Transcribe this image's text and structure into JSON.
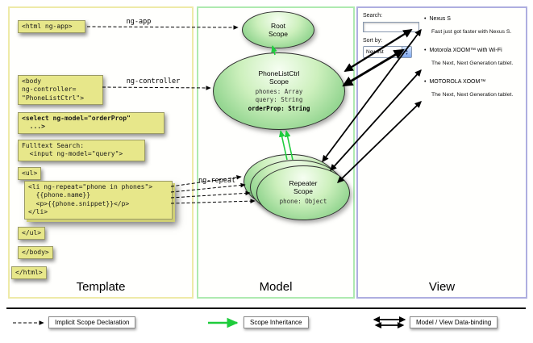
{
  "colors": {
    "code_box_bg": "#e7e78a",
    "template_border": "#eeeaa8",
    "model_border": "#aeeab0",
    "view_border": "#aeaee0",
    "scope_fill_light": "#f6fef2",
    "scope_fill_dark": "#6cbf6c",
    "inheritance_green": "#1ecc3c",
    "arrow_black": "#000000"
  },
  "template": {
    "label": "Template",
    "boxes": {
      "html_open": "<html ng-app>",
      "body_open": "<body\nng-controller=\n\"PhoneListCtrl\">",
      "select": "<select ng-model=\"orderProp\"\n  ...>",
      "fulltext": "Fulltext Search:\n  <input ng-model=\"query\">",
      "ul_open": "<ul>",
      "li_repeat": "<li ng-repeat=\"phone in phones\">\n  {{phone.name}}\n  <p>{{phone.snippet}}</p>\n</li>",
      "ul_close": "</ul>",
      "body_close": "</body>",
      "html_close": "</html>"
    }
  },
  "model": {
    "label": "Model",
    "root_scope": {
      "title": "Root\nScope"
    },
    "phonelist_scope": {
      "title": "PhoneListCtrl\nScope",
      "props": "phones: Array\nquery: String",
      "bold_prop": "orderProp: String"
    },
    "repeater_scope": {
      "title": "Repeater\nScope",
      "prop": "phone: Object"
    }
  },
  "view": {
    "label": "View",
    "search_label": "Search:",
    "search_value": "",
    "sort_label": "Sort by:",
    "sort_value": "Newest",
    "items": [
      {
        "title": "Nexus S",
        "desc": "Fast just got faster with Nexus S."
      },
      {
        "title": "Motorola XOOM™ with Wi-Fi",
        "desc": "The Next, Next Generation tablet."
      },
      {
        "title": "MOTOROLA XOOM™",
        "desc": "The Next, Next Generation tablet."
      }
    ]
  },
  "arrow_labels": {
    "ng_app": "ng-app",
    "ng_controller": "ng-controller",
    "ng_repeat": "ng-repeat"
  },
  "legend": {
    "implicit": "Implicit Scope Declaration",
    "inheritance": "Scope Inheritance",
    "databinding": "Model / View Data-binding"
  }
}
